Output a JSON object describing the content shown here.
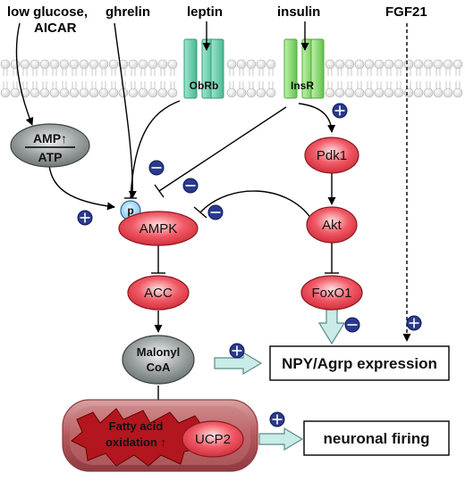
{
  "signals": {
    "low_glucose": "low glucose,",
    "aicar": "AICAR",
    "ghrelin": "ghrelin",
    "leptin": "leptin",
    "insulin": "insulin",
    "fgf21": "FGF21"
  },
  "receptors": {
    "obrb": "ObRb",
    "insr": "InsR"
  },
  "nodes": {
    "amp": "AMP↑",
    "atp": "ATP",
    "p": "p",
    "ampk": "AMPK",
    "acc": "ACC",
    "malonyl": "Malonyl",
    "coa": "CoA",
    "pdk1": "Pdk1",
    "akt": "Akt",
    "foxo1": "FoxO1",
    "fatty_acid": "Fatty acid",
    "oxidation": "oxidation ↑",
    "ucp2": "UCP2"
  },
  "outputs": {
    "npy_agrp": "NPY/Agrp expression",
    "neuronal_firing": "neuronal firing"
  },
  "colors": {
    "red_node": "#e8424f",
    "gray_node": "#8f9595",
    "receptor_obrb": "#5ec8a8",
    "receptor_insr": "#7ed86a",
    "sign_blue": "#2a3a8c",
    "arrow_fill": "#c9ece8",
    "membrane": "#dcdcdc",
    "mitochondrion": "#b5585d"
  }
}
